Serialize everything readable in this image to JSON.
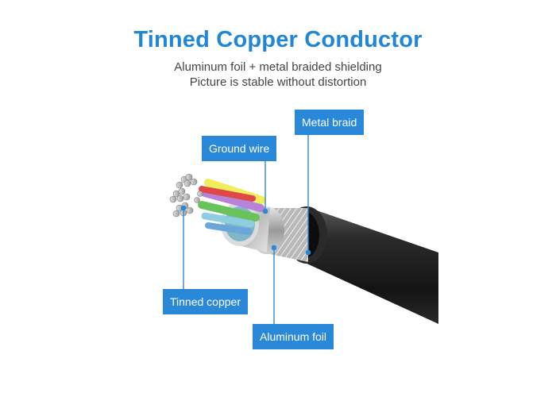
{
  "title": "Tinned Copper Conductor",
  "subtitle_lines": [
    "Aluminum foil + metal braided shielding",
    "Picture is stable without distortion"
  ],
  "labels": {
    "metal_braid": "Metal braid",
    "ground_wire": "Ground wire",
    "tinned_copper": "Tinned copper",
    "aluminum_foil": "Aluminum foil"
  },
  "colors": {
    "accent": "#2a88d8",
    "title": "#1f87d6",
    "cable_jacket": "#1c1c1c"
  }
}
